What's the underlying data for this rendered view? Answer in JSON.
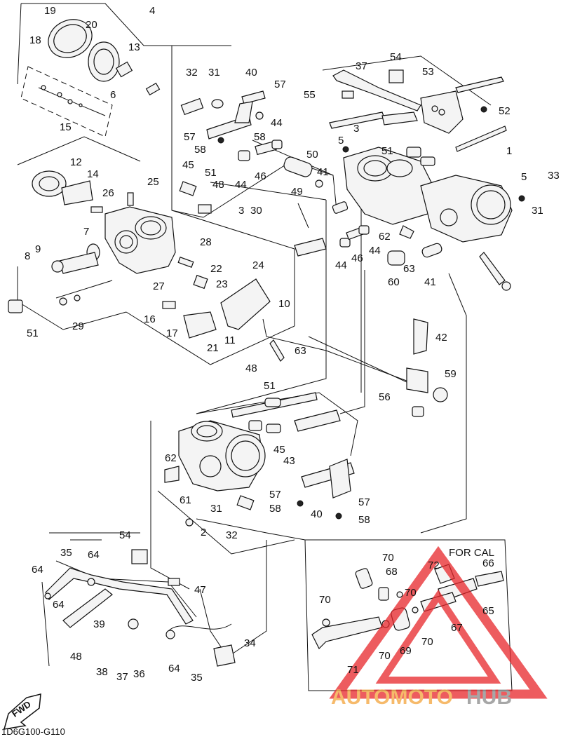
{
  "diagram_code": "1D6G100-G110",
  "box_label": "FOR CAL",
  "fwd_label": "FWD",
  "watermark": {
    "brand_a": "AUTOMOTO",
    "brand_b": "HUB",
    "color_a": "#f3a33a",
    "color_b": "#8a8a8a",
    "triangle_color": "#e8262a"
  },
  "callouts": [
    {
      "id": "c19",
      "text": "19"
    },
    {
      "id": "c20",
      "text": "20"
    },
    {
      "id": "c18",
      "text": "18"
    },
    {
      "id": "c4",
      "text": "4"
    },
    {
      "id": "c13",
      "text": "13"
    },
    {
      "id": "c6",
      "text": "6"
    },
    {
      "id": "c15",
      "text": "15"
    },
    {
      "id": "c12",
      "text": "12"
    },
    {
      "id": "c14",
      "text": "14"
    },
    {
      "id": "c26",
      "text": "26"
    },
    {
      "id": "c25",
      "text": "25"
    },
    {
      "id": "c7",
      "text": "7"
    },
    {
      "id": "c8",
      "text": "8"
    },
    {
      "id": "c9",
      "text": "9"
    },
    {
      "id": "c51a",
      "text": "51"
    },
    {
      "id": "c29",
      "text": "29"
    },
    {
      "id": "c32a",
      "text": "32"
    },
    {
      "id": "c31a",
      "text": "31"
    },
    {
      "id": "c40a",
      "text": "40"
    },
    {
      "id": "c57a",
      "text": "57"
    },
    {
      "id": "c57b",
      "text": "57"
    },
    {
      "id": "c58a",
      "text": "58"
    },
    {
      "id": "c58b",
      "text": "58"
    },
    {
      "id": "c44a",
      "text": "44"
    },
    {
      "id": "c45a",
      "text": "45"
    },
    {
      "id": "c51b",
      "text": "51"
    },
    {
      "id": "c48a",
      "text": "48"
    },
    {
      "id": "c44b",
      "text": "44"
    },
    {
      "id": "c46a",
      "text": "46"
    },
    {
      "id": "c50",
      "text": "50"
    },
    {
      "id": "c41a",
      "text": "41"
    },
    {
      "id": "c49",
      "text": "49"
    },
    {
      "id": "c3a",
      "text": "3"
    },
    {
      "id": "c30",
      "text": "30"
    },
    {
      "id": "c28",
      "text": "28"
    },
    {
      "id": "c22",
      "text": "22"
    },
    {
      "id": "c23",
      "text": "23"
    },
    {
      "id": "c27",
      "text": "27"
    },
    {
      "id": "c24",
      "text": "24"
    },
    {
      "id": "c16",
      "text": "16"
    },
    {
      "id": "c17",
      "text": "17"
    },
    {
      "id": "c10",
      "text": "10"
    },
    {
      "id": "c21",
      "text": "21"
    },
    {
      "id": "c11",
      "text": "11"
    },
    {
      "id": "c63a",
      "text": "63"
    },
    {
      "id": "c54a",
      "text": "54"
    },
    {
      "id": "c37a",
      "text": "37"
    },
    {
      "id": "c53",
      "text": "53"
    },
    {
      "id": "c55",
      "text": "55"
    },
    {
      "id": "c52",
      "text": "52"
    },
    {
      "id": "c3b",
      "text": "3"
    },
    {
      "id": "c5a",
      "text": "5"
    },
    {
      "id": "c51c",
      "text": "51"
    },
    {
      "id": "c1",
      "text": "1"
    },
    {
      "id": "c5b",
      "text": "5"
    },
    {
      "id": "c33",
      "text": "33"
    },
    {
      "id": "c31b",
      "text": "31"
    },
    {
      "id": "c62a",
      "text": "62"
    },
    {
      "id": "c44c",
      "text": "44"
    },
    {
      "id": "c46b",
      "text": "46"
    },
    {
      "id": "c44d",
      "text": "44"
    },
    {
      "id": "c63b",
      "text": "63"
    },
    {
      "id": "c60",
      "text": "60"
    },
    {
      "id": "c41b",
      "text": "41"
    },
    {
      "id": "c42",
      "text": "42"
    },
    {
      "id": "c59",
      "text": "59"
    },
    {
      "id": "c56",
      "text": "56"
    },
    {
      "id": "c48b",
      "text": "48"
    },
    {
      "id": "c51d",
      "text": "51"
    },
    {
      "id": "c45b",
      "text": "45"
    },
    {
      "id": "c43",
      "text": "43"
    },
    {
      "id": "c62b",
      "text": "62"
    },
    {
      "id": "c61",
      "text": "61"
    },
    {
      "id": "c31c",
      "text": "31"
    },
    {
      "id": "c2",
      "text": "2"
    },
    {
      "id": "c32b",
      "text": "32"
    },
    {
      "id": "c57c",
      "text": "57"
    },
    {
      "id": "c58c",
      "text": "58"
    },
    {
      "id": "c40b",
      "text": "40"
    },
    {
      "id": "c57d",
      "text": "57"
    },
    {
      "id": "c58d",
      "text": "58"
    },
    {
      "id": "c54b",
      "text": "54"
    },
    {
      "id": "c35a",
      "text": "35"
    },
    {
      "id": "c64a",
      "text": "64"
    },
    {
      "id": "c64b",
      "text": "64"
    },
    {
      "id": "c47",
      "text": "47"
    },
    {
      "id": "c64c",
      "text": "64"
    },
    {
      "id": "c39",
      "text": "39"
    },
    {
      "id": "c48c",
      "text": "48"
    },
    {
      "id": "c34",
      "text": "34"
    },
    {
      "id": "c38",
      "text": "38"
    },
    {
      "id": "c37b",
      "text": "37"
    },
    {
      "id": "c36",
      "text": "36"
    },
    {
      "id": "c64d",
      "text": "64"
    },
    {
      "id": "c35b",
      "text": "35"
    },
    {
      "id": "c70a",
      "text": "70"
    },
    {
      "id": "c68",
      "text": "68"
    },
    {
      "id": "c72",
      "text": "72"
    },
    {
      "id": "c66",
      "text": "66"
    },
    {
      "id": "c70b",
      "text": "70"
    },
    {
      "id": "c65",
      "text": "65"
    },
    {
      "id": "c70c",
      "text": "70"
    },
    {
      "id": "c67",
      "text": "67"
    },
    {
      "id": "c70d",
      "text": "70"
    },
    {
      "id": "c69",
      "text": "69"
    },
    {
      "id": "c70e",
      "text": "70"
    },
    {
      "id": "c71",
      "text": "71"
    }
  ]
}
